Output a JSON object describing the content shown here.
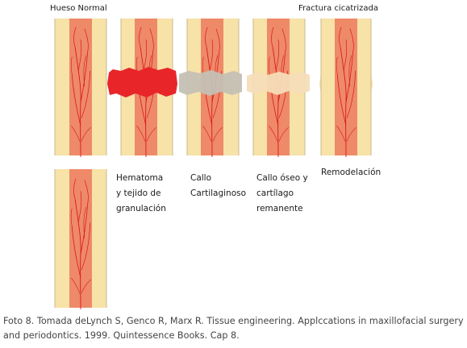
{
  "figure": {
    "label_normal": "Hueso Normal",
    "label_healed": "Fractura cicatrizada",
    "stages": [
      {
        "name": "hematoma",
        "lines": [
          "Hematoma",
          "y tejido de",
          "granulación"
        ],
        "callus_color": "#e8262a"
      },
      {
        "name": "cartilage",
        "lines": [
          "Callo",
          "Cartilaginoso"
        ],
        "callus_color": "#c4c0b4"
      },
      {
        "name": "bony-callus",
        "lines": [
          "Callo óseo y",
          "cartílago",
          "remanente"
        ],
        "callus_color": "#f4ddb8"
      },
      {
        "name": "remodeling",
        "lines": [
          "Remodelación"
        ],
        "callus_color": ""
      }
    ],
    "colors": {
      "cortex": "#f7e2a8",
      "marrow": "#ee8a68",
      "bone_edge": "#c9b98e",
      "vessel": "#d9141c"
    }
  },
  "caption": "Foto 8. Tomada deLynch S, Genco R, Marx R. Tissue engineering. Applccations in maxillofacial surgery and periodontics. 1999. Quintessence Books. Cap 8."
}
